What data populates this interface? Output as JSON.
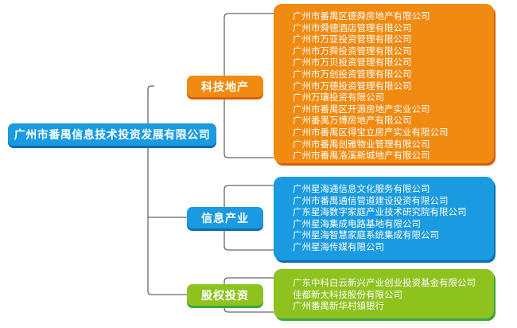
{
  "root": {
    "label": "广州市番禺信息技术投资发展有限公司",
    "color": "#1a9ae0"
  },
  "categories": [
    {
      "label": "科技地产",
      "color": "#f08a10",
      "companies": [
        "广州市番禺区德舜房地产有限公司",
        "广州市舜德酒店管理有限公司",
        "广州市万亚投资管理有限公司",
        "广州市万舜投资管理有限公司",
        "广州市万贝投资管理有限公司",
        "广州市万创投资管理有限公司",
        "广州市万德投资管理有限公司",
        "广州万瓖投资有限公司",
        "广州市番禺区开源房地产实业公司",
        "广州番禺万博房地产有限公司",
        "广州市番禺区得宝立房产实业有限公司",
        "广州市番禺创雅物业管理有限公司",
        "广州市番禺洛溪新城地产有限公司"
      ]
    },
    {
      "label": "信息产业",
      "color": "#1a9ae0",
      "companies": [
        "广州星海通信息文化服务有限公司",
        "广州市番禺通信管道建设投资有限公司",
        "广东星海数字家庭产业技术研究院有限公司",
        "广州星海集成电路基地有限公司",
        "广州星海智慧家庭系统集成有限公司",
        "广州星海传媒有限公司"
      ]
    },
    {
      "label": "股权投资",
      "color": "#8dc21f",
      "companies": [
        "广东中科白云新兴产业创业投资基金有限公司",
        "佳都新太科技股份有限公司",
        "广州番禺新华村镇银行"
      ]
    }
  ]
}
